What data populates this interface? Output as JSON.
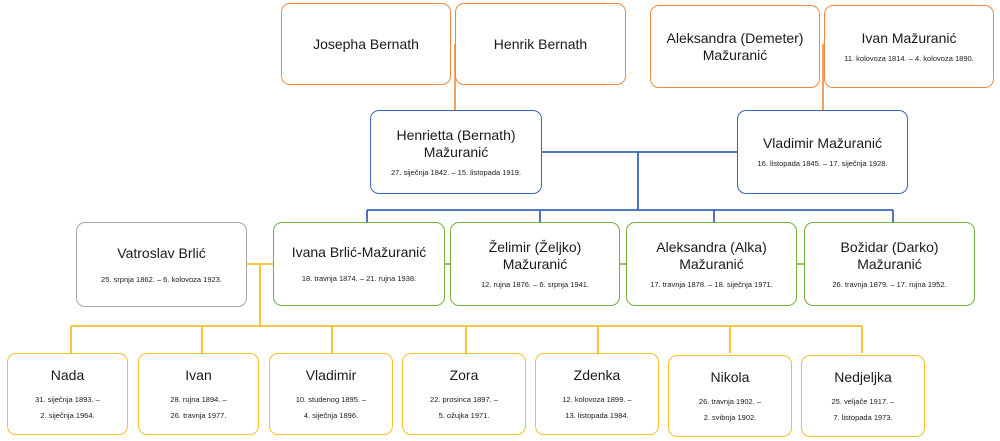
{
  "colors": {
    "orange": "#f08a3c",
    "blue": "#3a64b8",
    "gray": "#a6a6a6",
    "green": "#76b043",
    "yellow": "#f3c02c"
  },
  "grandparents": {
    "josepha": {
      "name": "Josepha Bernath"
    },
    "henrik": {
      "name": "Henrik Bernath"
    },
    "aleksandra_d": {
      "name": "Aleksandra (Demeter) Mažuranić"
    },
    "ivan_m": {
      "name": "Ivan Mažuranić",
      "dates": "11. kolovoza 1814. – 4. kolovoza 1890."
    }
  },
  "parents": {
    "henrietta": {
      "name": "Henrietta (Bernath) Mažuranić",
      "dates": "27. siječnja 1842. – 15. listopada 1919."
    },
    "vladimir_m": {
      "name": "Vladimir Mažuranić",
      "dates": "16. listopada 1845. – 17. siječnja 1928."
    }
  },
  "generation": {
    "vatroslav": {
      "name": "Vatroslav Brlić",
      "dates": "25. srpnja 1862. – 6. kolovoza 1923."
    },
    "ivana": {
      "name": "Ivana Brlić-Mažuranić",
      "dates": "18. travnja 1874. – 21. rujna 1938."
    },
    "zelimir": {
      "name": "Želimir (Željko) Mažuranić",
      "dates": "12. rujna 1876. – 6. srpnja 1941."
    },
    "alka": {
      "name": "Aleksandra (Alka) Mažuranić",
      "dates": "17. travnja 1878. – 18. siječnja 1971."
    },
    "bozidar": {
      "name": "Božidar (Darko) Mažuranić",
      "dates": "26. travnja 1879. – 17. rujna 1952."
    }
  },
  "children": [
    {
      "name": "Nada",
      "line1": "31. siječnja 1893. –",
      "line2": "2. siječnja 1964."
    },
    {
      "name": "Ivan",
      "line1": "28. rujna 1894. –",
      "line2": "26. travnja 1977."
    },
    {
      "name": "Vladimir",
      "line1": "10. studenog 1895. –",
      "line2": "4. siječnja 1896."
    },
    {
      "name": "Zora",
      "line1": "22. prosinca 1897. –",
      "line2": "5. ožujka 1971."
    },
    {
      "name": "Zdenka",
      "line1": "12. kolovoza 1899. –",
      "line2": "13. listopada 1984."
    },
    {
      "name": "Nikola",
      "line1": "26. travnja 1902. –",
      "line2": "2. svibnja 1902."
    },
    {
      "name": "Nedjeljka",
      "line1": "25. veljače 1917. –",
      "line2": "7. listopada 1973."
    }
  ]
}
